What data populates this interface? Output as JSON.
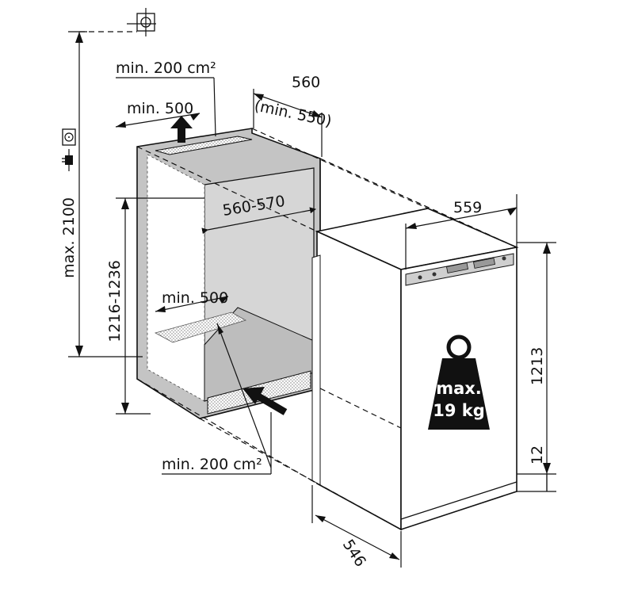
{
  "labels": {
    "vent_top_area": "min. 200 cm²",
    "vent_top_width": "min. 500",
    "niche_depth": "560",
    "niche_depth_min": "(min. 550)",
    "max_height": "max. 2100",
    "niche_height": "1216-1236",
    "niche_width": "560-570",
    "vent_bottom_width": "min. 500",
    "vent_bottom_area": "min. 200 cm²",
    "appliance_width": "559",
    "appliance_height": "1213",
    "appliance_gap": "12",
    "appliance_depth": "546",
    "max_load_line1": "max.",
    "max_load_line2": "19 kg"
  },
  "icons": [
    "grounding-symbol-icon",
    "power-socket-icon",
    "power-plug-icon",
    "arrow-up-icon",
    "arrow-diagonal-icon",
    "weight-icon"
  ],
  "colors": {
    "ink": "#111111",
    "niche_interior": "#d0d0d0",
    "niche_frame": "#b8b8b8",
    "vent_hatch": "#9a9a9a"
  }
}
